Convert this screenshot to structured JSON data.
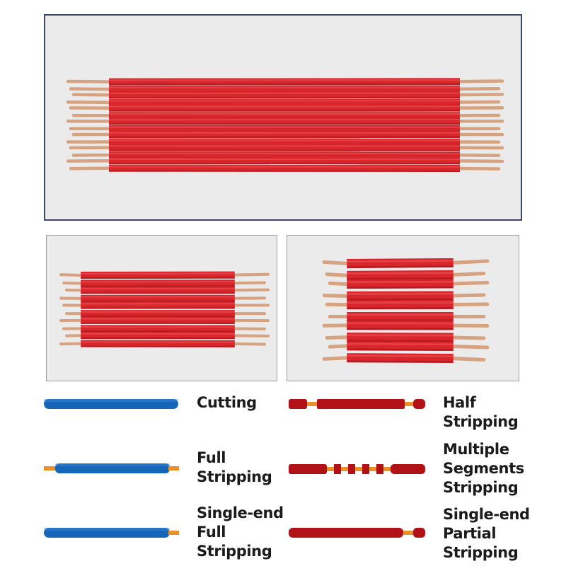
{
  "colors": {
    "frame_main": "#3d4866",
    "frame_sub": "#9a9ca6",
    "photo_bg": "#ebebeb",
    "wire_red": "#d8262c",
    "copper": "#d6a27f",
    "blue_wire": "#1565b8",
    "dark_red_wire": "#b01218",
    "orange_conductor": "#e8902a",
    "label_text": "#1b1b1b"
  },
  "photos": {
    "main": {
      "subject": "red-wire-bundle",
      "wire_count": 14
    },
    "left": {
      "subject": "red-wire-bundle",
      "wire_count": 10
    },
    "right": {
      "subject": "red-wire-bundle",
      "wire_count": 10
    }
  },
  "legend": [
    {
      "id": "cutting",
      "lines": [
        "Cutting"
      ],
      "icon": "cut-wire-icon"
    },
    {
      "id": "half",
      "lines": [
        "Half",
        "Stripping"
      ],
      "icon": "half-strip-wire-icon"
    },
    {
      "id": "full",
      "lines": [
        "Full",
        "Stripping"
      ],
      "icon": "full-strip-wire-icon"
    },
    {
      "id": "multiple",
      "lines": [
        "Multiple",
        "Segments",
        "Stripping"
      ],
      "icon": "multi-segment-wire-icon"
    },
    {
      "id": "single_full",
      "lines": [
        "Single-end",
        "Full",
        "Stripping"
      ],
      "icon": "single-end-full-wire-icon"
    },
    {
      "id": "single_partial",
      "lines": [
        "Single-end",
        "Partial",
        "Stripping"
      ],
      "icon": "single-end-partial-wire-icon"
    }
  ]
}
